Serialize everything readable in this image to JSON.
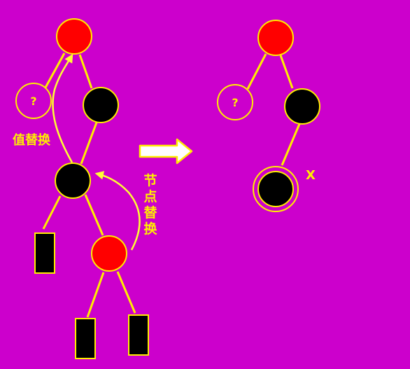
{
  "colors": {
    "background": "#cc00cc",
    "edge": "#ffee00",
    "red_node": "#ff0000",
    "black_node": "#000000",
    "arrow": "#ffff33"
  },
  "left_tree": {
    "unknown_label": "?",
    "value_swap_label": "值替换",
    "node_swap_chars": [
      "节",
      "点",
      "替",
      "换"
    ]
  },
  "right_tree": {
    "unknown_label": "?",
    "x_label": "X"
  }
}
